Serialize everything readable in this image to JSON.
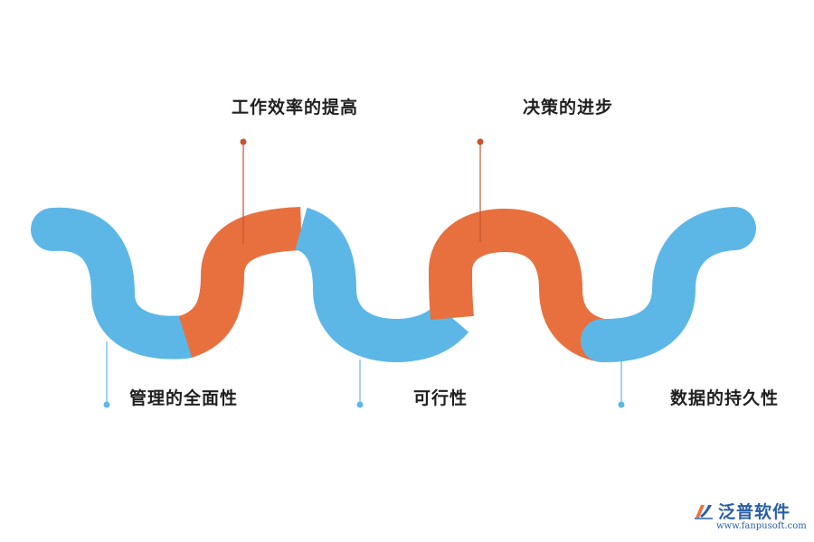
{
  "diagram": {
    "labels": {
      "top_1": "工作效率的提高",
      "top_2": "决策的进步",
      "bottom_1": "管理的全面性",
      "bottom_2": "可行性",
      "bottom_3": "数据的持久性"
    },
    "colors": {
      "blue": "#5db7e6",
      "orange": "#e8703f",
      "blue_connector": "#5db7e6",
      "orange_connector": "#c8522d",
      "text": "#1f1f1f"
    }
  },
  "logo": {
    "brand": "泛普软件",
    "site": "www.fanpusoft.com",
    "icon": "fanpu-logo-icon"
  }
}
